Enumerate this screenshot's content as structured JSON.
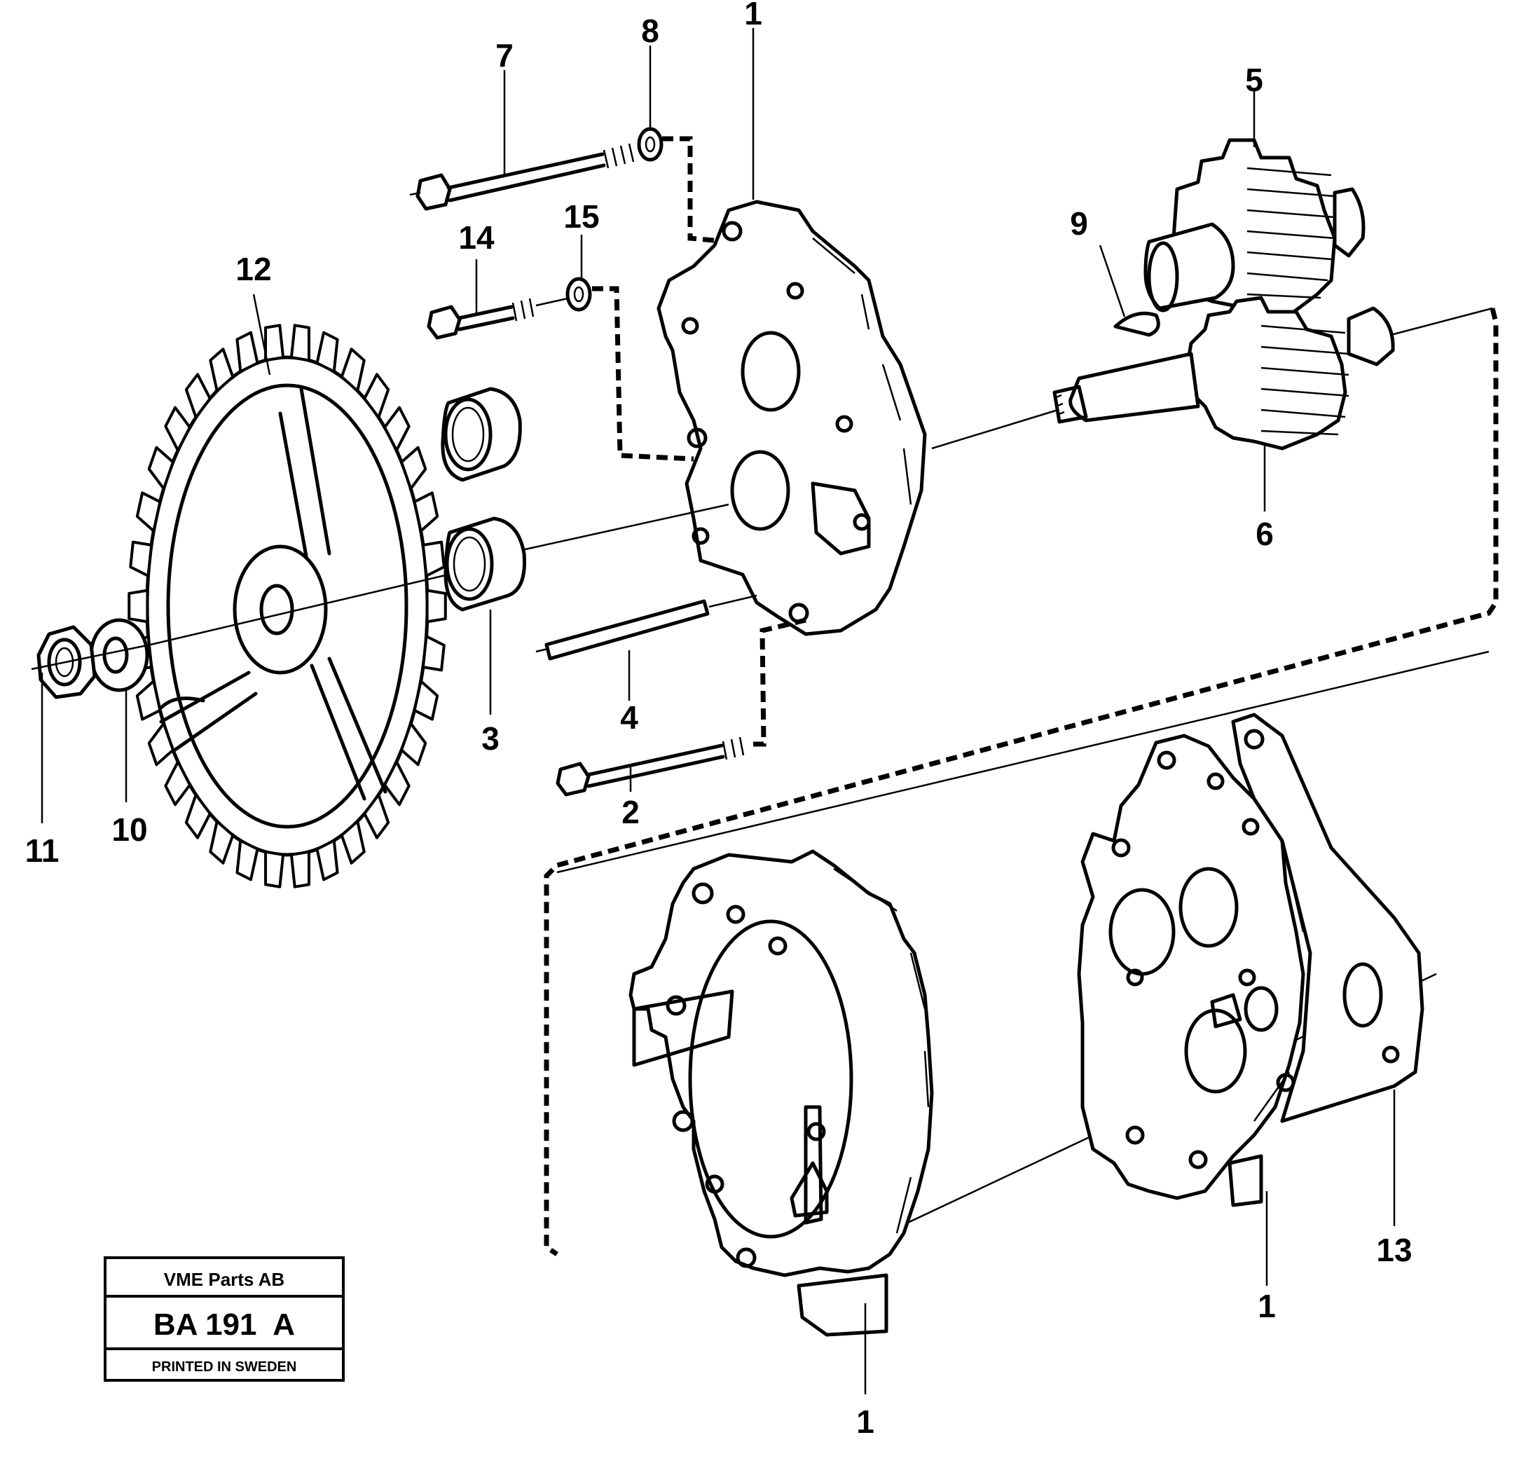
{
  "callouts": {
    "c1_top": "1",
    "c1_right": "1",
    "c1_bottom": "1",
    "c2": "2",
    "c3": "3",
    "c4": "4",
    "c5": "5",
    "c6": "6",
    "c7": "7",
    "c8": "8",
    "c9": "9",
    "c10": "10",
    "c11": "11",
    "c12": "12",
    "c13": "13",
    "c14": "14",
    "c15": "15"
  },
  "stamp": {
    "company": "VME Parts AB",
    "code": "BA 191  A",
    "printed": "PRINTED IN SWEDEN"
  }
}
